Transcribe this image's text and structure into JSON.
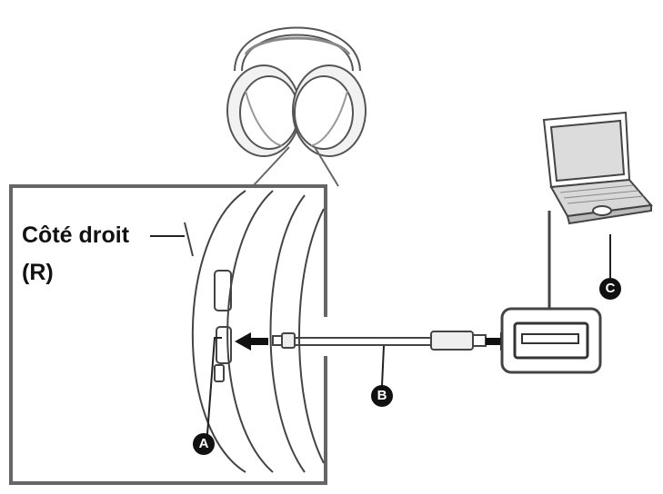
{
  "labels": {
    "side_line1": "Côté droit",
    "side_line2": "(R)"
  },
  "markers": {
    "a": "A",
    "b": "B",
    "c": "C"
  },
  "icons": {
    "headphones": "headphones-icon",
    "laptop": "laptop-icon",
    "usb_port": "usb-port-icon",
    "cable": "usb-cable-icon",
    "arrow": "arrow-icon"
  }
}
